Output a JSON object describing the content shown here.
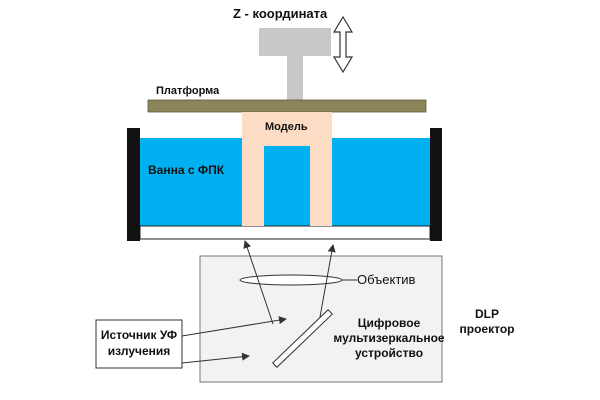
{
  "labels": {
    "z_axis": "Z - координата",
    "platform": "Платформа",
    "model": "Модель",
    "vat": "Ванна с ФПК",
    "lens": "Объектив",
    "uv_source_line1": "Источник УФ",
    "uv_source_line2": "излучения",
    "dmd_line1": "Цифровое",
    "dmd_line2": "мультизеркальное",
    "dmd_line3": "устройство",
    "dlp_line1": "DLP",
    "dlp_line2": "проектор"
  },
  "colors": {
    "resin": "#00b0f0",
    "platform": "#8b8559",
    "model": "#fcdcc4",
    "actuator": "#c8c8c8",
    "vat_walls": "#111111",
    "projector_box": "#f2f2f2",
    "lines": "#4a4a4a"
  },
  "icons": {
    "z_arrow": "double-vertical-arrow-icon"
  }
}
